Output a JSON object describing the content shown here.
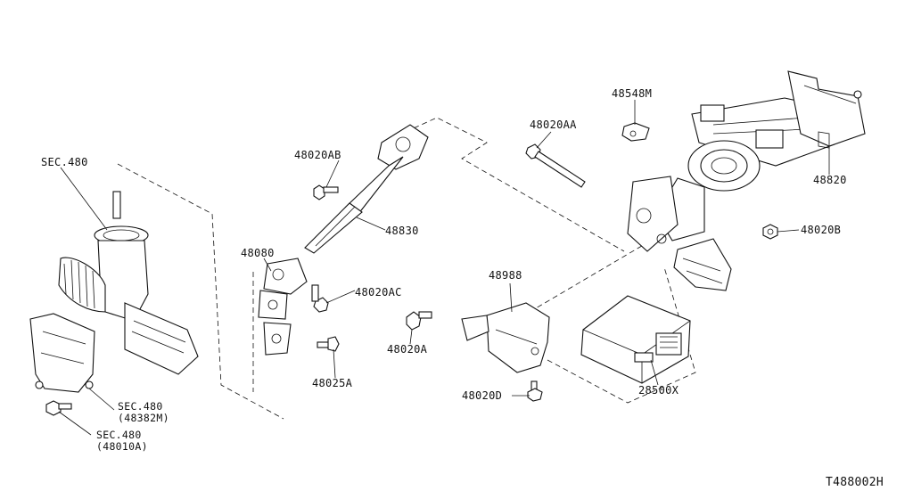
{
  "labels": {
    "sec480_top": "SEC.480",
    "p48020AB": "48020AB",
    "p48830": "48830",
    "p48080": "48080",
    "p48020AC": "48020AC",
    "p48025A": "48025A",
    "p48020AA": "48020AA",
    "p48548M": "48548M",
    "p48820": "48820",
    "p48020B": "48020B",
    "p48988": "48988",
    "p48020A": "48020A",
    "p48020D": "48020D",
    "p28500X": "28500X",
    "sec480_mid": "SEC.480",
    "sec480_mid_sub": "(48382M)",
    "sec480_bot": "SEC.480",
    "sec480_bot_sub": "(48010A)",
    "diagram_code": "T488002H"
  }
}
